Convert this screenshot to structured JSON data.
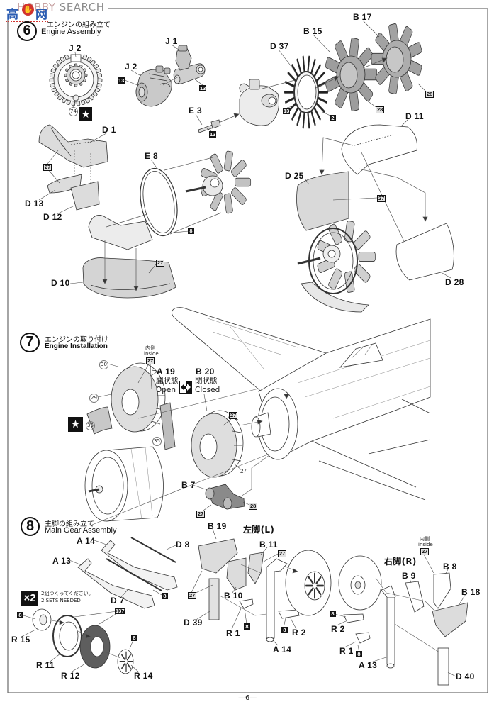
{
  "watermark": {
    "brand_part1": "HOBBY",
    "brand_part2": "SEARCH",
    "site_char1": "高",
    "site_char2": "网",
    "thumb_icon": "👍"
  },
  "page_number": "—6—",
  "steps": [
    {
      "number": "6",
      "title_ja": "エンジンの組み立て",
      "title_en": "Engine Assembly",
      "parts": [
        "J 2",
        "J 1",
        "J 2",
        "E 3",
        "D 37",
        "B 15",
        "B 17",
        "D 1",
        "D 13",
        "D 12",
        "E 8",
        "D 10",
        "D 11",
        "D 25",
        "D 28"
      ],
      "paint_codes": [
        "13",
        "13",
        "13",
        "13",
        "2",
        "8",
        "28",
        "28",
        "27",
        "27",
        "27"
      ],
      "decals": [
        "74"
      ],
      "star_icon": "★"
    },
    {
      "number": "7",
      "title_ja": "エンジンの取り付け",
      "title_en": "Engine Installation",
      "parts": [
        "A 19",
        "B 20",
        "B 7"
      ],
      "states": {
        "open_ja": "開状態",
        "open_en": "Open",
        "closed_ja": "閉状態",
        "closed_en": "Closed"
      },
      "inside_note": {
        "ja": "内側",
        "en": "inside"
      },
      "paint_codes": [
        "27",
        "27",
        "27",
        "27",
        "28"
      ],
      "decals": [
        "30",
        "29",
        "35",
        "35"
      ],
      "star_icon": "★"
    },
    {
      "number": "8",
      "title_ja": "主脚の組み立て",
      "title_en": "Main Gear Assembly",
      "parts": [
        "A 14",
        "D 8",
        "A 13",
        "D 7",
        "R 15",
        "R 11",
        "R 12",
        "R 14",
        "B 19",
        "B 11",
        "B 10",
        "D 39",
        "R 1",
        "R 2",
        "A 14",
        "B 8",
        "B 9",
        "B 18",
        "R 2",
        "R 1",
        "A 13",
        "D 40"
      ],
      "side_labels": {
        "left": "左脚(L)",
        "right": "右脚(R)"
      },
      "sets_note": {
        "badge": "×2",
        "ja": "2組つくってください。",
        "en": "2 SETS NEEDED"
      },
      "inside_note": {
        "ja": "内側",
        "en": "inside"
      },
      "paint_codes": [
        "8",
        "137",
        "8",
        "8",
        "27",
        "27",
        "8",
        "8",
        "27",
        "8",
        "8"
      ]
    }
  ]
}
